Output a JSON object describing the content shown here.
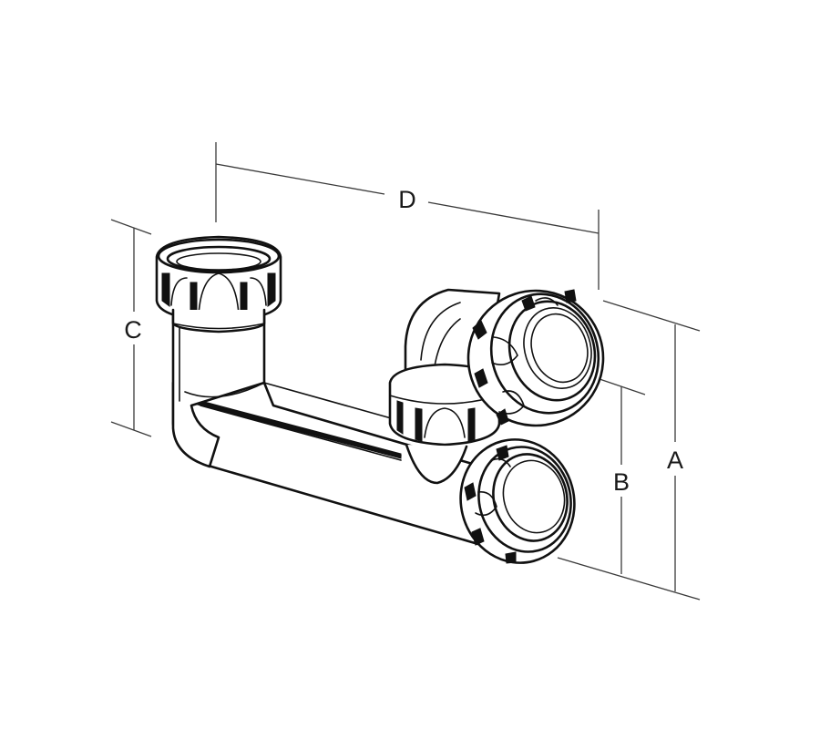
{
  "figure": {
    "dimension_labels": {
      "a": "A",
      "b": "B",
      "c": "C",
      "d": "D"
    },
    "colors": {
      "line": "#111111",
      "dimension_line": "#3a3a3a",
      "background": "#ffffff"
    }
  }
}
